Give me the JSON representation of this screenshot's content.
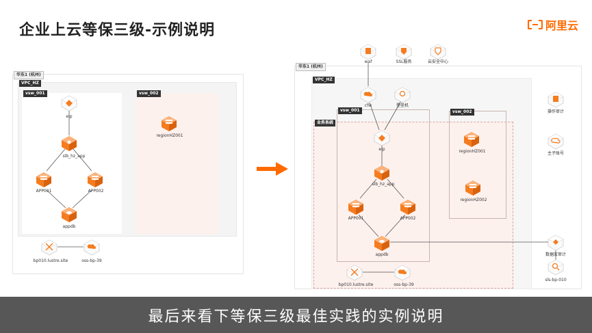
{
  "slide": {
    "title": "企业上云等保三级-示例说明",
    "logo_text": "阿里云",
    "subtitle": "最后来看下等保三级最佳实践的实例说明"
  },
  "left_diagram": {
    "region_label": "华东1 (杭州)",
    "vpc_label": "VPC_HZ",
    "vsw1_label": "vsw_001",
    "vsw2_label": "vsw_002",
    "nodes": {
      "eip": "eip",
      "slb": "slb_hz_app",
      "app1": "APP001",
      "app2": "APP002",
      "db": "appdb",
      "region_hz": "regionHZ001",
      "lustre": "bp010.lustre.site",
      "oss": "oss-bp-39"
    }
  },
  "right_diagram": {
    "region_label": "华东1 (杭州)",
    "vpc_label": "VPC_HZ",
    "business_label": "业务系统",
    "vsw1_label": "vsw_001",
    "vsw2_label": "vsw_002",
    "nodes": {
      "waf": "waf",
      "ssl": "SSL服务",
      "security_center": "云安全中心",
      "cfw": "cfw",
      "bastion": "堡垒机",
      "eip": "eip",
      "slb": "slb_hz_app",
      "app1": "APP001",
      "app2": "APP002",
      "db": "appdb",
      "region1": "regionHZ001",
      "region2": "regionHZ002",
      "action_audit": "操作审计",
      "sub_account": "主子账号",
      "db_audit": "数据库审计",
      "sls": "sls-bp-010",
      "lustre": "bp010.lustre.site",
      "oss": "oss-bp-39"
    }
  },
  "colors": {
    "accent": "#ff6a00",
    "icon_orange": "#f57c1f",
    "pink_fill": "#fdf1ee",
    "grey_fill": "#f4f4f4"
  }
}
